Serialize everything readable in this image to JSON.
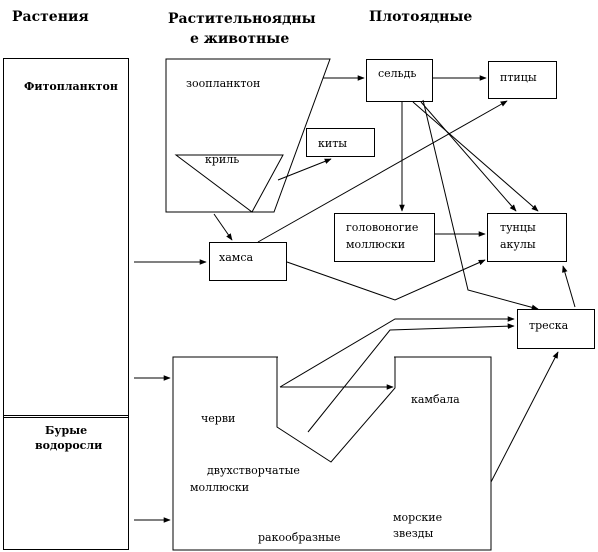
{
  "headers": {
    "plants": "Растения",
    "herbivores_line1": "Растительноядны",
    "herbivores_line2": "е животные",
    "carnivores": "Плотоядные"
  },
  "plants": {
    "phytoplankton": "Фитопланктон",
    "brown_algae_line1": "Бурые",
    "brown_algae_line2": "водоросли"
  },
  "herbivores": {
    "zooplankton": "зоопланктон",
    "krill": "криль",
    "whales": "киты",
    "anchovy": "хамса"
  },
  "carnivores": {
    "herring": "сельдь",
    "birds": "птицы",
    "cephalopods_line1": "головоногие",
    "cephalopods_line2": "моллюски",
    "tuna_line1": "тунцы",
    "tuna_line2": "акулы",
    "cod": "треска"
  },
  "benthos": {
    "worms": "черви",
    "flounder": "камбала",
    "bivalves_line1": "двухстворчатые",
    "bivalves_line2": "моллюски",
    "starfish_line1": "морские",
    "starfish_line2": "звезды",
    "crustaceans": "ракообразные"
  }
}
